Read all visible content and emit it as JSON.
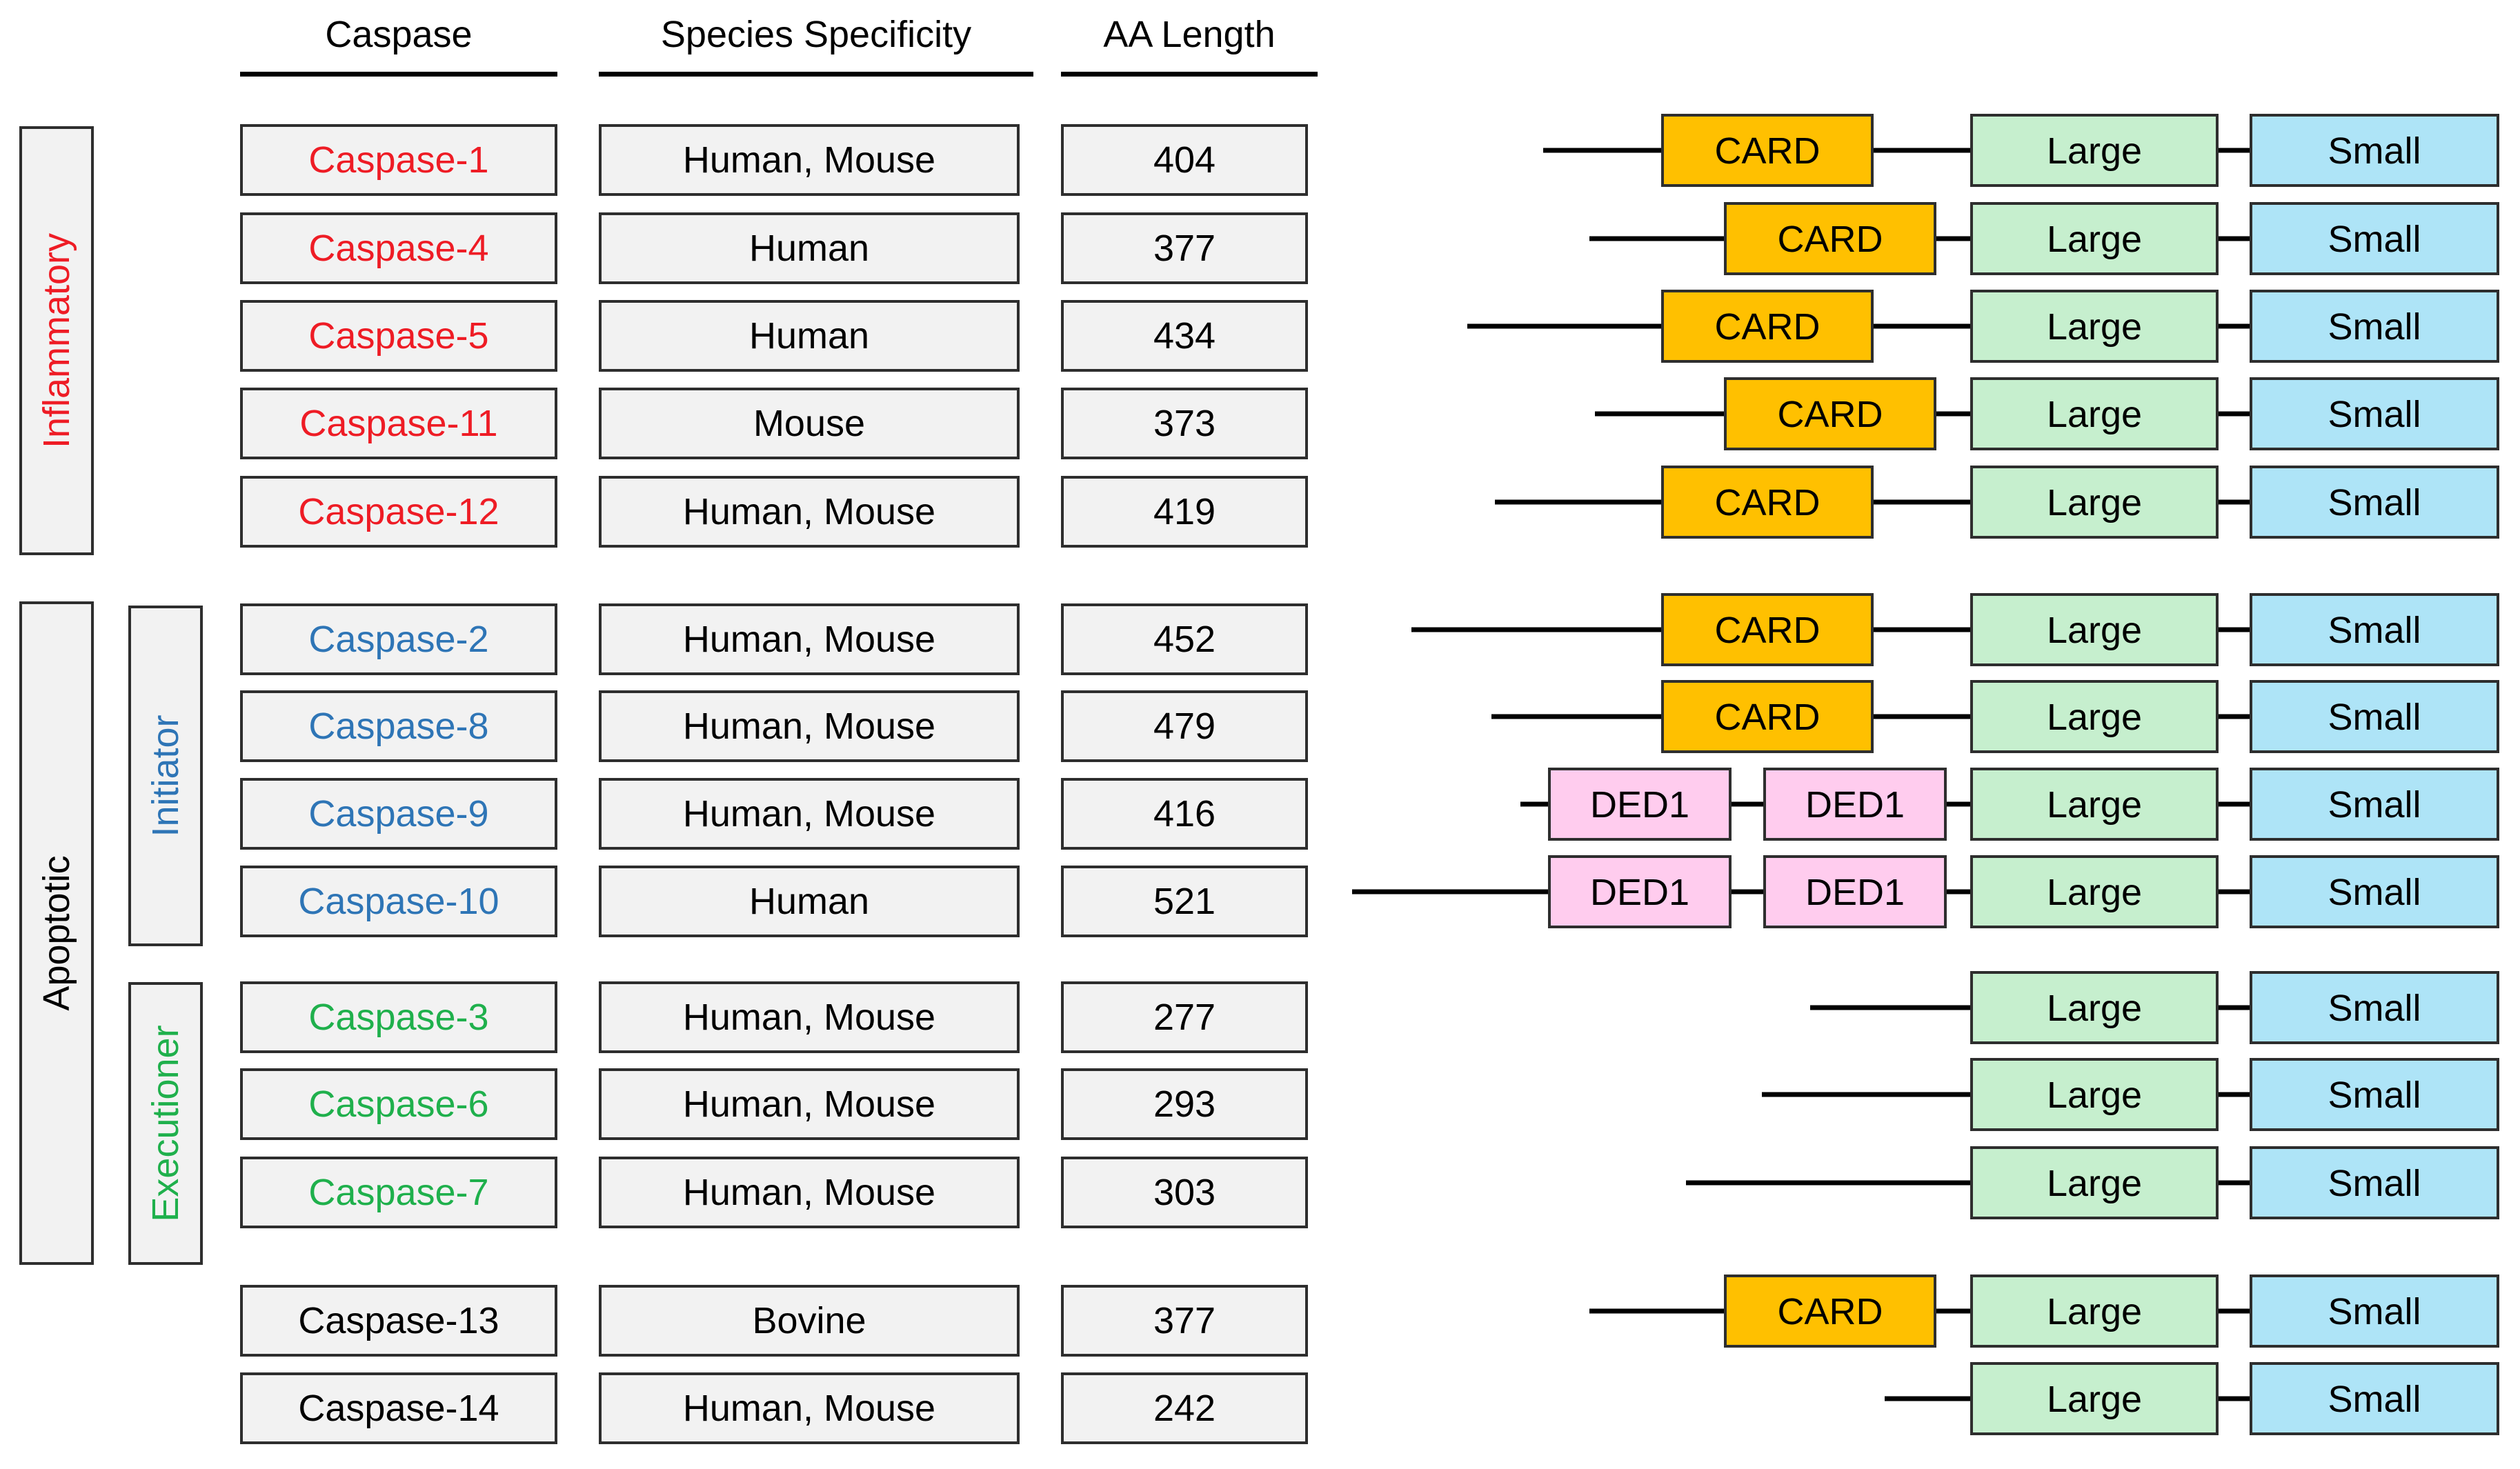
{
  "headers": {
    "caspase": "Caspase",
    "species": "Species Specificity",
    "aa_length": "AA Length"
  },
  "groups": {
    "inflammatory": "Inflammatory",
    "apoptotic": "Apoptotic",
    "initiator": "Initiator",
    "executioner": "Executioner"
  },
  "colors": {
    "inflammatory": "#ee1c25",
    "initiator": "#2e75b6",
    "executioner": "#1fb04c",
    "other": "#000000",
    "card": "#ffc000",
    "large": "#c6efce",
    "small": "#aee4f7",
    "ded1": "#ffccee"
  },
  "rows": [
    {
      "name": "Caspase-1",
      "species": "Human, Mouse",
      "aa": "404",
      "group": "inflammatory",
      "domains": [
        {
          "type": "CARD",
          "label": "CARD"
        },
        {
          "type": "Large",
          "label": "Large"
        },
        {
          "type": "Small",
          "label": "Small"
        }
      ]
    },
    {
      "name": "Caspase-4",
      "species": "Human",
      "aa": "377",
      "group": "inflammatory",
      "domains": [
        {
          "type": "CARD",
          "label": "CARD"
        },
        {
          "type": "Large",
          "label": "Large"
        },
        {
          "type": "Small",
          "label": "Small"
        }
      ]
    },
    {
      "name": "Caspase-5",
      "species": "Human",
      "aa": "434",
      "group": "inflammatory",
      "domains": [
        {
          "type": "CARD",
          "label": "CARD"
        },
        {
          "type": "Large",
          "label": "Large"
        },
        {
          "type": "Small",
          "label": "Small"
        }
      ]
    },
    {
      "name": "Caspase-11",
      "species": "Mouse",
      "aa": "373",
      "group": "inflammatory",
      "domains": [
        {
          "type": "CARD",
          "label": "CARD"
        },
        {
          "type": "Large",
          "label": "Large"
        },
        {
          "type": "Small",
          "label": "Small"
        }
      ]
    },
    {
      "name": "Caspase-12",
      "species": "Human, Mouse",
      "aa": "419",
      "group": "inflammatory",
      "domains": [
        {
          "type": "CARD",
          "label": "CARD"
        },
        {
          "type": "Large",
          "label": "Large"
        },
        {
          "type": "Small",
          "label": "Small"
        }
      ]
    },
    {
      "name": "Caspase-2",
      "species": "Human, Mouse",
      "aa": "452",
      "group": "initiator",
      "domains": [
        {
          "type": "CARD",
          "label": "CARD"
        },
        {
          "type": "Large",
          "label": "Large"
        },
        {
          "type": "Small",
          "label": "Small"
        }
      ]
    },
    {
      "name": "Caspase-8",
      "species": "Human, Mouse",
      "aa": "479",
      "group": "initiator",
      "domains": [
        {
          "type": "CARD",
          "label": "CARD"
        },
        {
          "type": "Large",
          "label": "Large"
        },
        {
          "type": "Small",
          "label": "Small"
        }
      ]
    },
    {
      "name": "Caspase-9",
      "species": "Human, Mouse",
      "aa": "416",
      "group": "initiator",
      "domains": [
        {
          "type": "DED1",
          "label": "DED1"
        },
        {
          "type": "DED1",
          "label": "DED1"
        },
        {
          "type": "Large",
          "label": "Large"
        },
        {
          "type": "Small",
          "label": "Small"
        }
      ]
    },
    {
      "name": "Caspase-10",
      "species": "Human",
      "aa": "521",
      "group": "initiator",
      "domains": [
        {
          "type": "DED1",
          "label": "DED1"
        },
        {
          "type": "DED1",
          "label": "DED1"
        },
        {
          "type": "Large",
          "label": "Large"
        },
        {
          "type": "Small",
          "label": "Small"
        }
      ]
    },
    {
      "name": "Caspase-3",
      "species": "Human, Mouse",
      "aa": "277",
      "group": "executioner",
      "domains": [
        {
          "type": "Large",
          "label": "Large"
        },
        {
          "type": "Small",
          "label": "Small"
        }
      ]
    },
    {
      "name": "Caspase-6",
      "species": "Human, Mouse",
      "aa": "293",
      "group": "executioner",
      "domains": [
        {
          "type": "Large",
          "label": "Large"
        },
        {
          "type": "Small",
          "label": "Small"
        }
      ]
    },
    {
      "name": "Caspase-7",
      "species": "Human, Mouse",
      "aa": "303",
      "group": "executioner",
      "domains": [
        {
          "type": "Large",
          "label": "Large"
        },
        {
          "type": "Small",
          "label": "Small"
        }
      ]
    },
    {
      "name": "Caspase-13",
      "species": "Bovine",
      "aa": "377",
      "group": "other",
      "domains": [
        {
          "type": "CARD",
          "label": "CARD"
        },
        {
          "type": "Large",
          "label": "Large"
        },
        {
          "type": "Small",
          "label": "Small"
        }
      ]
    },
    {
      "name": "Caspase-14",
      "species": "Human, Mouse",
      "aa": "242",
      "group": "other",
      "domains": [
        {
          "type": "Large",
          "label": "Large"
        },
        {
          "type": "Small",
          "label": "Small"
        }
      ]
    }
  ]
}
